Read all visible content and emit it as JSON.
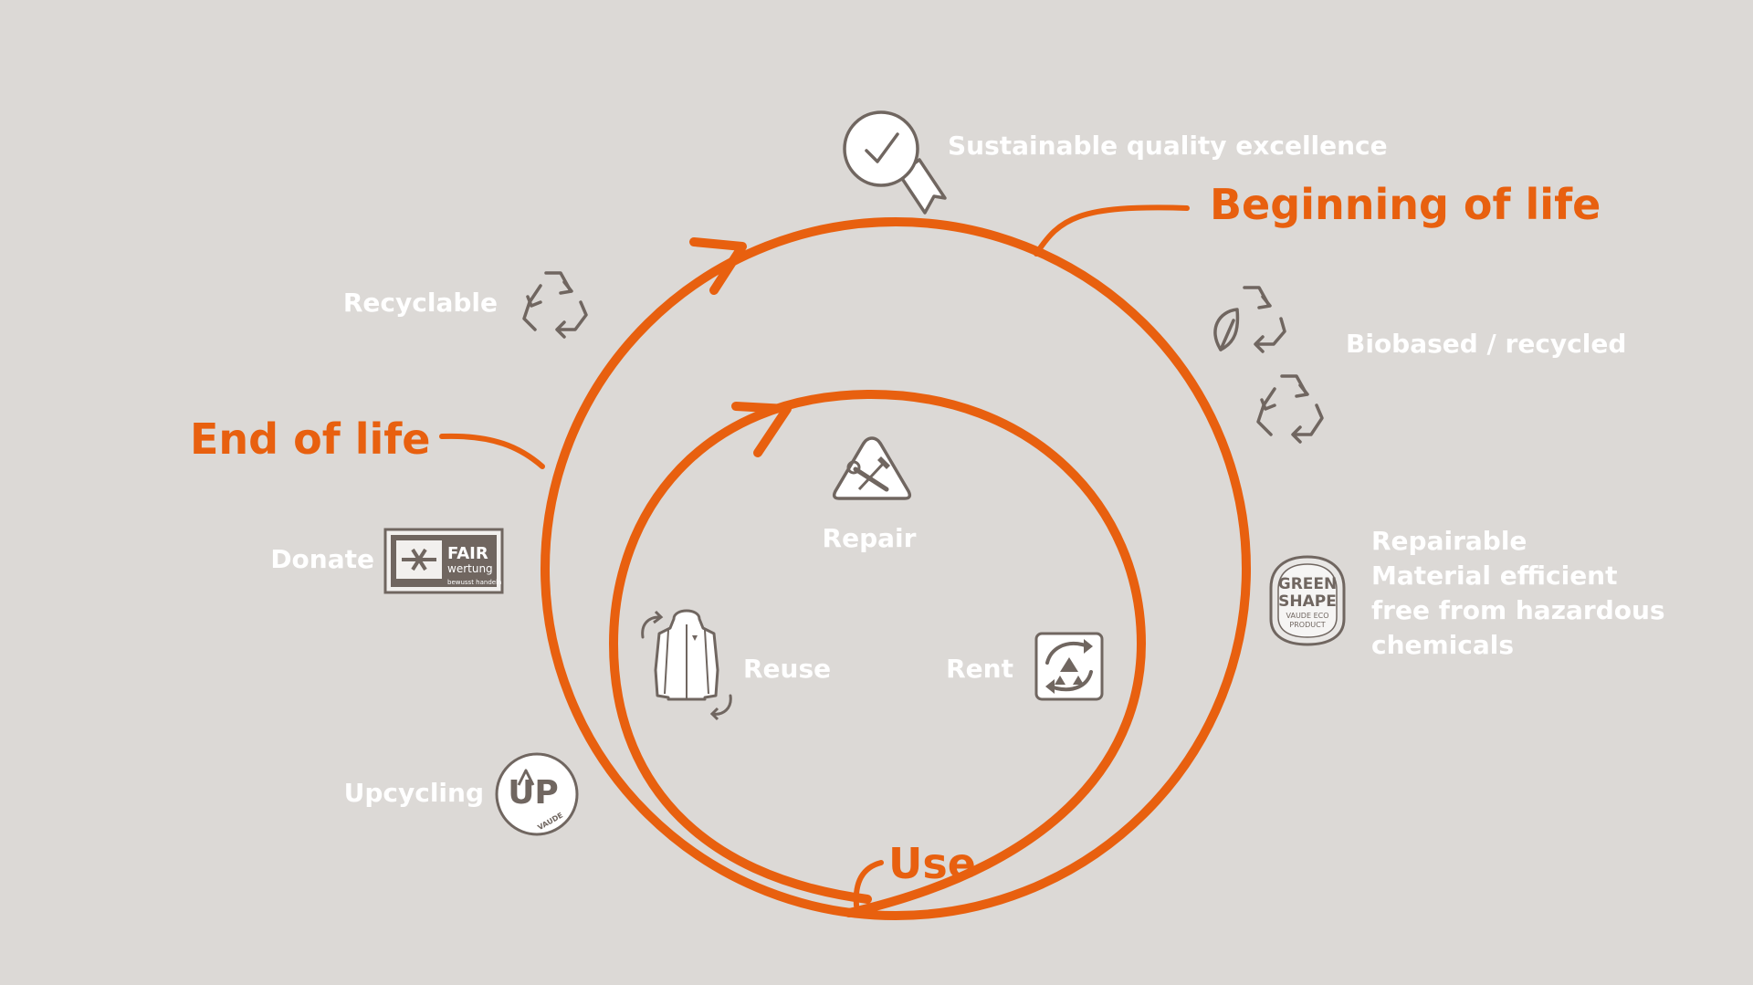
{
  "colors": {
    "background": "#dcd9d6",
    "accent": "#e8600f",
    "label": "#ffffff",
    "icon": "#706660"
  },
  "phases": {
    "beginning": "Beginning of life",
    "end": "End of life",
    "use": "Use"
  },
  "outer_labels": {
    "sustainable_quality": "Sustainable quality excellence",
    "recyclable": "Recyclable",
    "biobased": "Biobased / recycled",
    "donate": "Donate",
    "upcycling": "Upcycling",
    "green_shape_benefits": [
      "Repairable",
      "Material efficient",
      "free from hazardous",
      "chemicals"
    ]
  },
  "inner_labels": {
    "repair": "Repair",
    "reuse": "Reuse",
    "rent": "Rent"
  },
  "badges": {
    "fair_title": "FAIR",
    "fair_sub": "wertung",
    "fair_tagline": "bewusst handeln",
    "green_shape_line1": "GREEN",
    "green_shape_line2": "SHAPE",
    "green_shape_line3": "VAUDE ECO",
    "green_shape_line4": "PRODUCT",
    "up_text": "UP",
    "up_brand": "VAUDE"
  },
  "icons": [
    "quality-badge-icon",
    "recycle-icon",
    "leaf-recycle-icon",
    "recycle-icon-2",
    "fair-wertung-logo",
    "green-shape-logo",
    "up-vaude-logo",
    "repair-tools-icon",
    "jacket-reuse-icon",
    "rent-icon"
  ]
}
